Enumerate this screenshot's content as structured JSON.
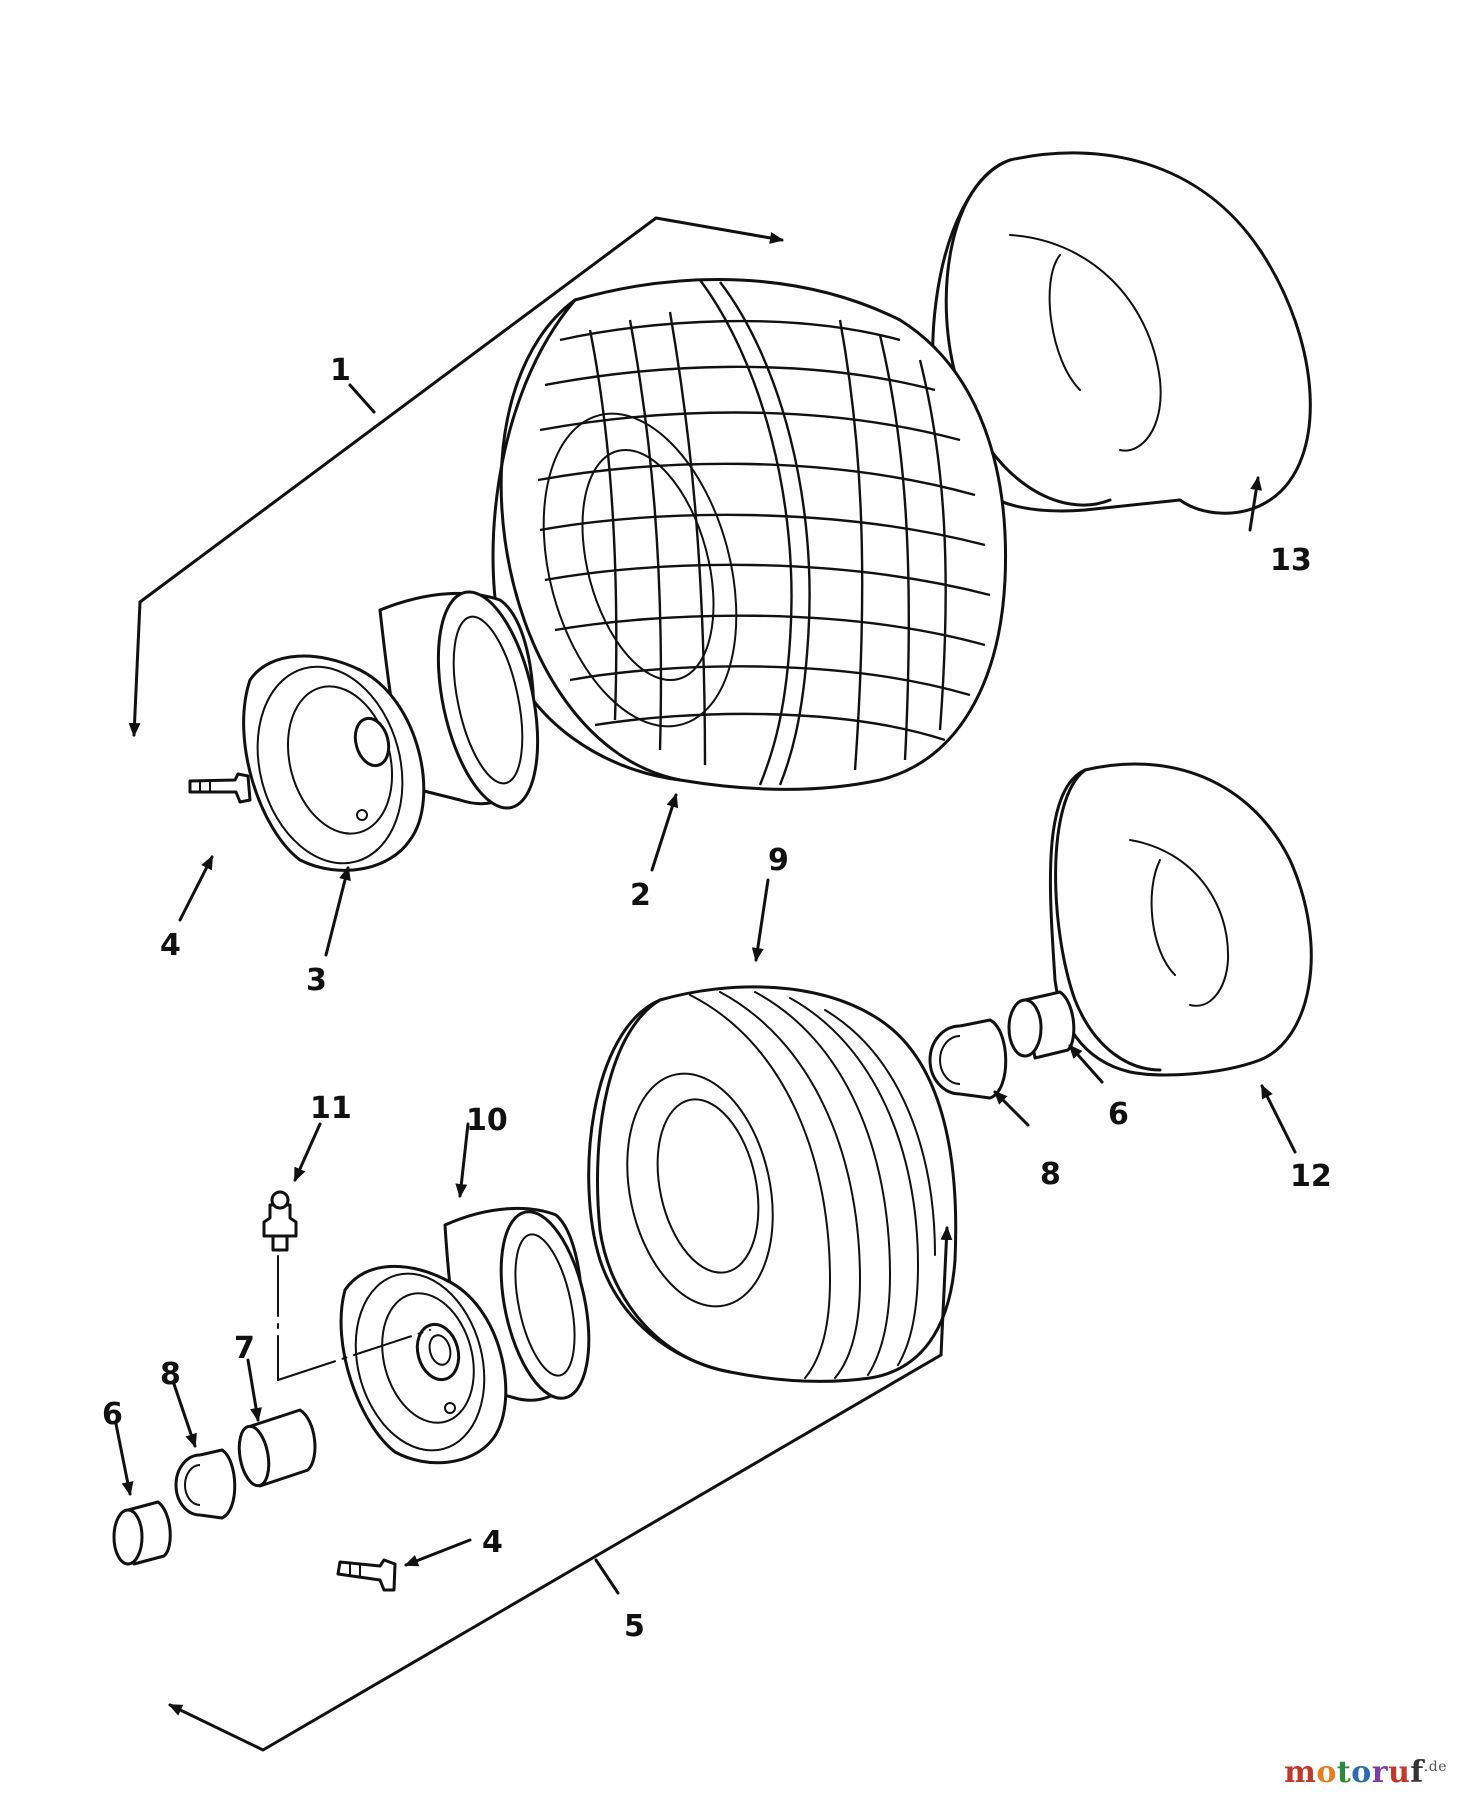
{
  "diagram": {
    "callouts": {
      "c1": "1",
      "c2": "2",
      "c3": "3",
      "c4a": "4",
      "c4b": "4",
      "c5": "5",
      "c6a": "6",
      "c6b": "6",
      "c7": "7",
      "c8a": "8",
      "c8b": "8",
      "c9": "9",
      "c10": "10",
      "c11": "11",
      "c12": "12",
      "c13": "13"
    }
  },
  "watermark": {
    "brand_parts": [
      "m",
      "o",
      "t",
      "o",
      "r",
      "u",
      "f"
    ],
    "suffix": ".de"
  }
}
